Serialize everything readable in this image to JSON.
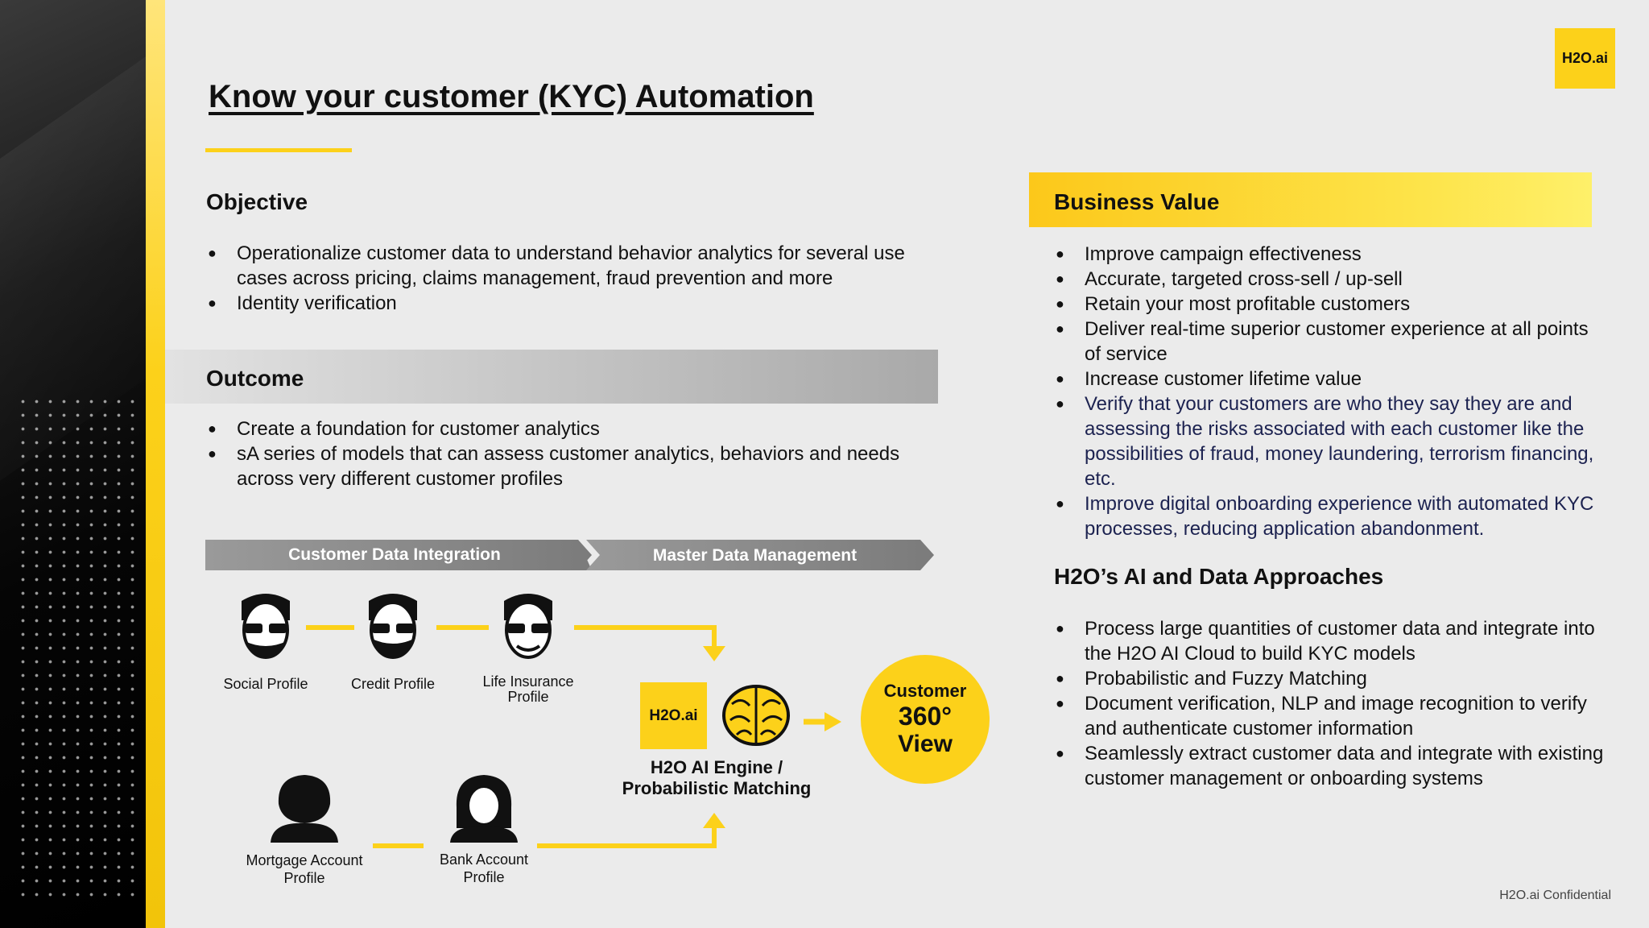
{
  "logo": "H2O.ai",
  "title": "Know your customer (KYC) Automation",
  "objective": {
    "heading": "Objective",
    "items": [
      "Operationalize customer data to understand behavior analytics for several use cases across pricing, claims management, fraud prevention and more",
      "Identity verification"
    ]
  },
  "outcome": {
    "heading": "Outcome",
    "items": [
      "Create a foundation for customer analytics",
      "sA series of models that can assess customer analytics, behaviors and needs across very different customer profiles"
    ]
  },
  "diagram": {
    "stage1": "Customer Data Integration",
    "stage2": "Master Data Management",
    "nodes": {
      "social": "Social Profile",
      "credit": "Credit Profile",
      "life": "Life Insurance Profile",
      "mortgage": "Mortgage Account Profile",
      "bank": "Bank Account Profile"
    },
    "engine_logo": "H2O.ai",
    "engine_label": "H2O AI Engine / Probabilistic Matching",
    "result": {
      "line1": "Customer",
      "line2": "360°",
      "line3": "View"
    }
  },
  "business_value": {
    "heading": "Business Value",
    "items": [
      "Improve campaign effectiveness",
      "Accurate, targeted cross-sell / up-sell",
      "Retain your most profitable customers",
      "Deliver real-time superior customer experience at all points of service",
      "Increase customer lifetime value",
      "Verify that your customers are who they say they are and assessing the risks associated with each customer like the possibilities of fraud, money laundering, terrorism financing, etc.",
      "Improve digital onboarding experience with automated KYC processes, reducing application abandonment."
    ]
  },
  "approaches": {
    "heading": "H2O’s AI and Data Approaches",
    "items": [
      "Process large quantities of customer data and integrate into the H2O AI Cloud to build KYC models",
      "Probabilistic and Fuzzy Matching",
      "Document verification, NLP and image recognition to verify and authenticate customer information",
      "Seamlessly extract customer data and integrate with existing customer management or onboarding systems"
    ]
  },
  "footer": "H2O.ai Confidential",
  "colors": {
    "accent": "#fcd11a",
    "dark": "#111111",
    "navy": "#1c2250",
    "chevron": "#8a8a8a"
  }
}
